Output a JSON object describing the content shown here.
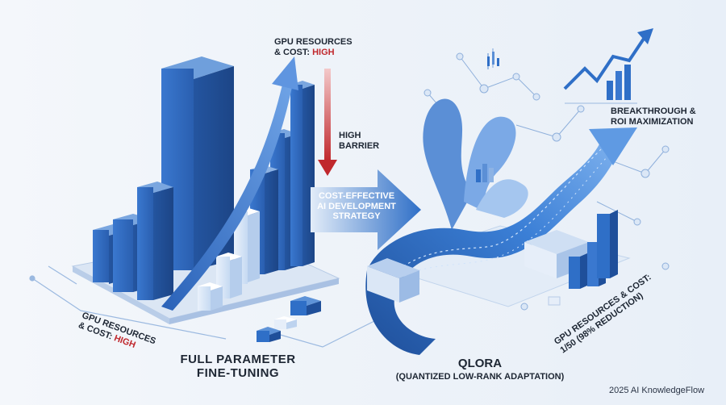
{
  "left_top": {
    "line1": "GPU RESOURCES",
    "line2_prefix": "& COST: ",
    "line2_emph": "HIGH"
  },
  "barrier": {
    "line1": "HIGH",
    "line2": "BARRIER"
  },
  "strategy": {
    "line1": "COST-EFFECTIVE",
    "line2": "AI DEVELOPMENT",
    "line3": "STRATEGY"
  },
  "left_bottom": {
    "line1": "GPU RESOURCES",
    "line2_prefix": "& COST: ",
    "line2_emph": "HIGH"
  },
  "left_title": {
    "line1": "FULL PARAMETER",
    "line2": "FINE-TUNING"
  },
  "right_top": {
    "line1": "BREAKTHROUGH &",
    "line2": "ROI MAXIMIZATION"
  },
  "right_bottom": {
    "line1": "GPU RESOURCES & COST:",
    "line2": "1/50 (98% REDUCTION)"
  },
  "right_title": {
    "line1": "QLORA",
    "line2": "(QUANTIZED LOW-RANK ADAPTATION)"
  },
  "watermark": "2025 AI KnowledgeFlow",
  "colors": {
    "primary_blue": "#2f6fc7",
    "light_blue": "#9cc0ea",
    "accent_red": "#c0282d",
    "ink": "#1d2633"
  }
}
